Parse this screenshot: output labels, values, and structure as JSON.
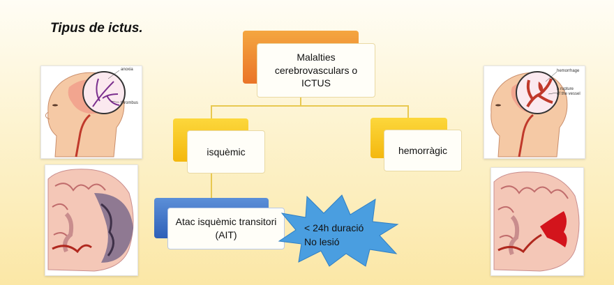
{
  "title": "Tipus de ictus.",
  "diagram": {
    "root": {
      "line1": "Malalties",
      "line2": "cerebrovasculars o",
      "line3": "ICTUS"
    },
    "left_branch": "isquèmic",
    "right_branch": "hemorràgic",
    "sub_node": {
      "line1": "Atac isquèmic transitori",
      "line2": "(AIT)"
    },
    "callout": {
      "line1": "< 24h duració",
      "line2": "No lesió"
    }
  },
  "images": {
    "left_head": {
      "label_top": "anoxia",
      "label_bottom": "thrombus"
    },
    "right_head": {
      "label_top": "hemorrhage",
      "label_bottom_1": "a rupture",
      "label_bottom_2": "of the vessel"
    }
  },
  "colors": {
    "root_tile": "#ea7428",
    "branch_tile": "#f4b80f",
    "sub_tile": "#2e60b8",
    "callout": "#4a9ee0",
    "connector": "#e8c850"
  }
}
